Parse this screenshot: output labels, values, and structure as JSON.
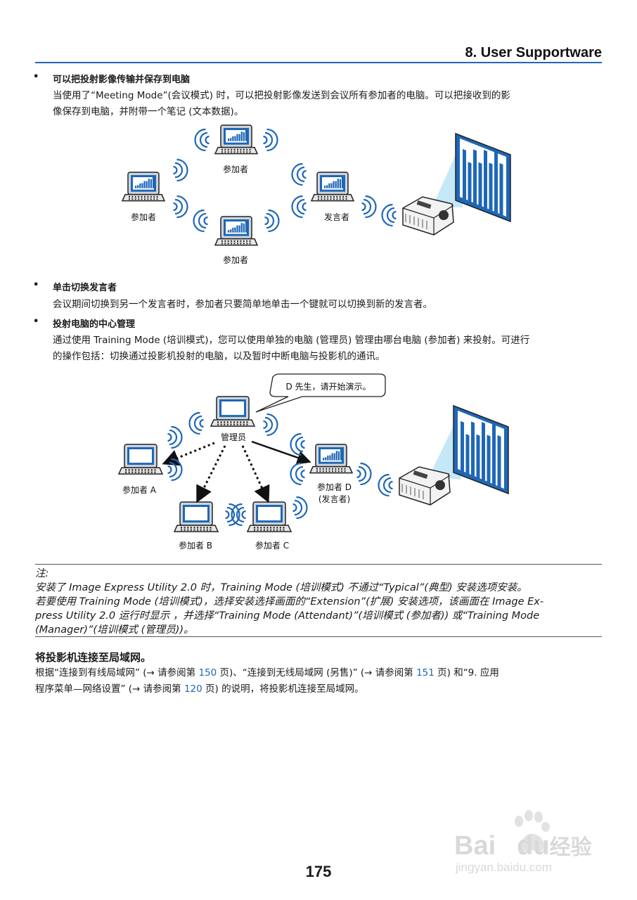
{
  "header": {
    "chapter_title": "8. User Supportware"
  },
  "sections": {
    "save": {
      "heading": "可以把投射影像传输并保存到电脑",
      "line1": "当使用了“Meeting Mode”(会议模式) 时，可以把投射影像发送到会议所有参加者的电脑。可以把接收到的影",
      "line2": "像保存到电脑，并附带一个笔记 (文本数据)。"
    },
    "switch": {
      "heading": "单击切换发言者",
      "line1": "会议期间切换到另一个发言者时，参加者只要简单地单击一个键就可以切换到新的发言者。"
    },
    "manage": {
      "heading": "投射电脑的中心管理",
      "line1": "通过使用 Training Mode (培训模式)，您可以使用单独的电脑 (管理员) 管理由哪台电脑 (参加者) 来投射。可进行",
      "line2": "的操作包括：切换通过投影机投射的电脑，以及暂时中断电脑与投影机的通讯。"
    }
  },
  "figure1": {
    "label_top": "参加者",
    "label_left": "参加者",
    "label_bottom": "参加者",
    "label_presenter": "发言者"
  },
  "figure2": {
    "speech_bubble": "D 先生，请开始演示。",
    "label_manager": "管理员",
    "label_a": "参加者 A",
    "label_b": "参加者 B",
    "label_c": "参加者 C",
    "label_d_line1": "参加者 D",
    "label_d_line2": "(发言者)"
  },
  "note": {
    "label": "注:",
    "line1": "安装了 Image Express Utility 2.0 时，Training Mode (培训模式) 不通过“Typical”(典型) 安装选项安装。",
    "line2": "若要使用 Training Mode (培训模式)，选择安装选择画面的“Extension”(扩展) 安装选项，该画面在 Image Ex-",
    "line3": "press Utility 2.0 运行时显示 ，并选择“Training Mode (Attendant)”(培训模式 (参加者)) 或“Training Mode",
    "line4": "(Manager)”(培训模式 (管理员))。"
  },
  "lan": {
    "heading": "将投影机连接至局域网。",
    "p1_a": "根据“连接到有线局域网” (→ 请参阅第 ",
    "p1_link1": "150",
    "p1_b": " 页)、“连接到无线局域网 (另售)” (→ 请参阅第 ",
    "p1_link2": "151",
    "p1_c": " 页) 和“9. 应用",
    "p2_a": "程序菜单—网络设置” (→ 请参阅第 ",
    "p2_link": "120",
    "p2_b": " 页) 的说明，将投影机连接至局域网。"
  },
  "footer": {
    "page_number": "175"
  },
  "watermark": {
    "brand": "Bai",
    "brand2": "du",
    "brand_cn": "经验",
    "url": "jingyan.baidu.com"
  },
  "colors": {
    "accent": "#1e67b8",
    "screen_blue": "#1e67b8",
    "beam": "#bfe6f7"
  }
}
